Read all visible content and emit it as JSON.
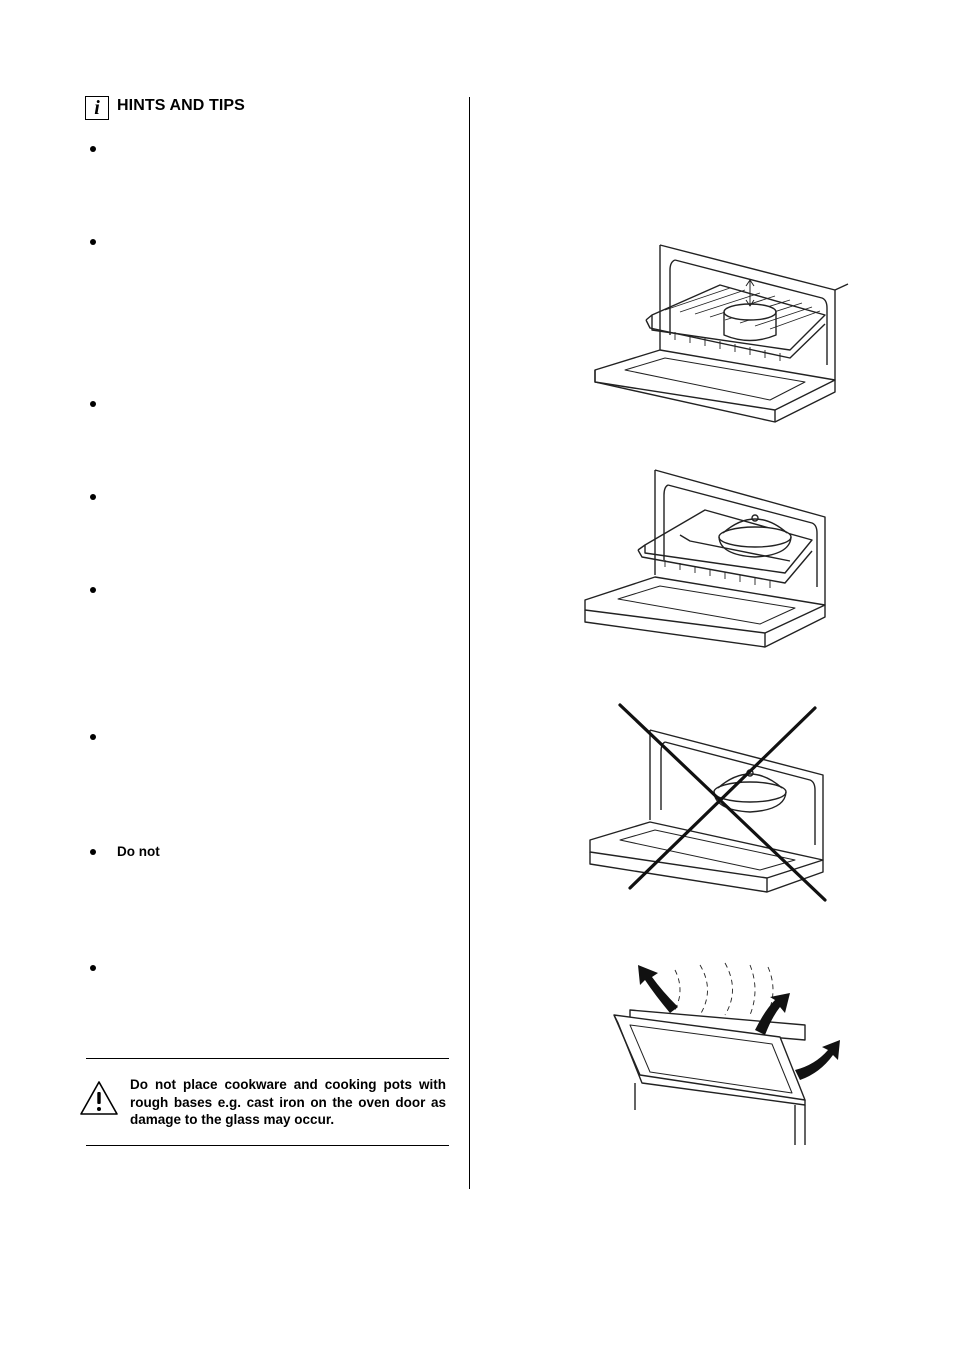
{
  "section": {
    "icon": "info-icon",
    "title": "HINTS AND TIPS"
  },
  "bullets": [
    {
      "text": ""
    },
    {
      "text": ""
    },
    {
      "text": ""
    },
    {
      "text": ""
    },
    {
      "text": ""
    },
    {
      "text": ""
    },
    {
      "text": "Do  not"
    },
    {
      "text": ""
    }
  ],
  "warning": {
    "icon": "warning-triangle-icon",
    "text": "Do not place cookware and cooking pots with rough bases e.g. cast iron on the oven door as damage to the glass may occur."
  },
  "figures": [
    {
      "icon": "oven-shelf-cake-tin-illustration"
    },
    {
      "icon": "oven-shelf-casserole-illustration"
    },
    {
      "icon": "casserole-on-oven-door-crossed-out-illustration"
    },
    {
      "icon": "oven-door-opening-steam-illustration"
    }
  ]
}
